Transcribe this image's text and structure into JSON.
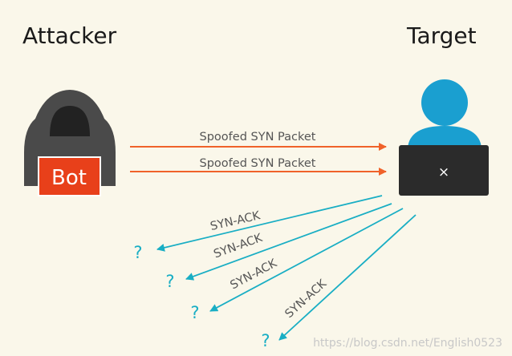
{
  "headings": {
    "attacker": "Attacker",
    "target": "Target"
  },
  "attacker": {
    "laptop_label": "Bot",
    "icon": "hooded-hacker-icon"
  },
  "target": {
    "screen_mark": "×",
    "icon": "user-at-laptop-icon"
  },
  "requests": [
    {
      "label": "Spoofed SYN Packet"
    },
    {
      "label": "Spoofed SYN Packet"
    }
  ],
  "responses": [
    {
      "label": "SYN-ACK",
      "destination": "?"
    },
    {
      "label": "SYN-ACK",
      "destination": "?"
    },
    {
      "label": "SYN-ACK",
      "destination": "?"
    },
    {
      "label": "SYN-ACK",
      "destination": "?"
    }
  ],
  "watermark": "https://blog.csdn.net/English0523",
  "colors": {
    "background": "#faf7ea",
    "request_arrow": "#f0622a",
    "response_arrow": "#19aec4",
    "bot_badge": "#e8401a",
    "hacker": "#4a4a4a",
    "target_person": "#1a9fd0",
    "target_laptop": "#2b2b2b"
  }
}
